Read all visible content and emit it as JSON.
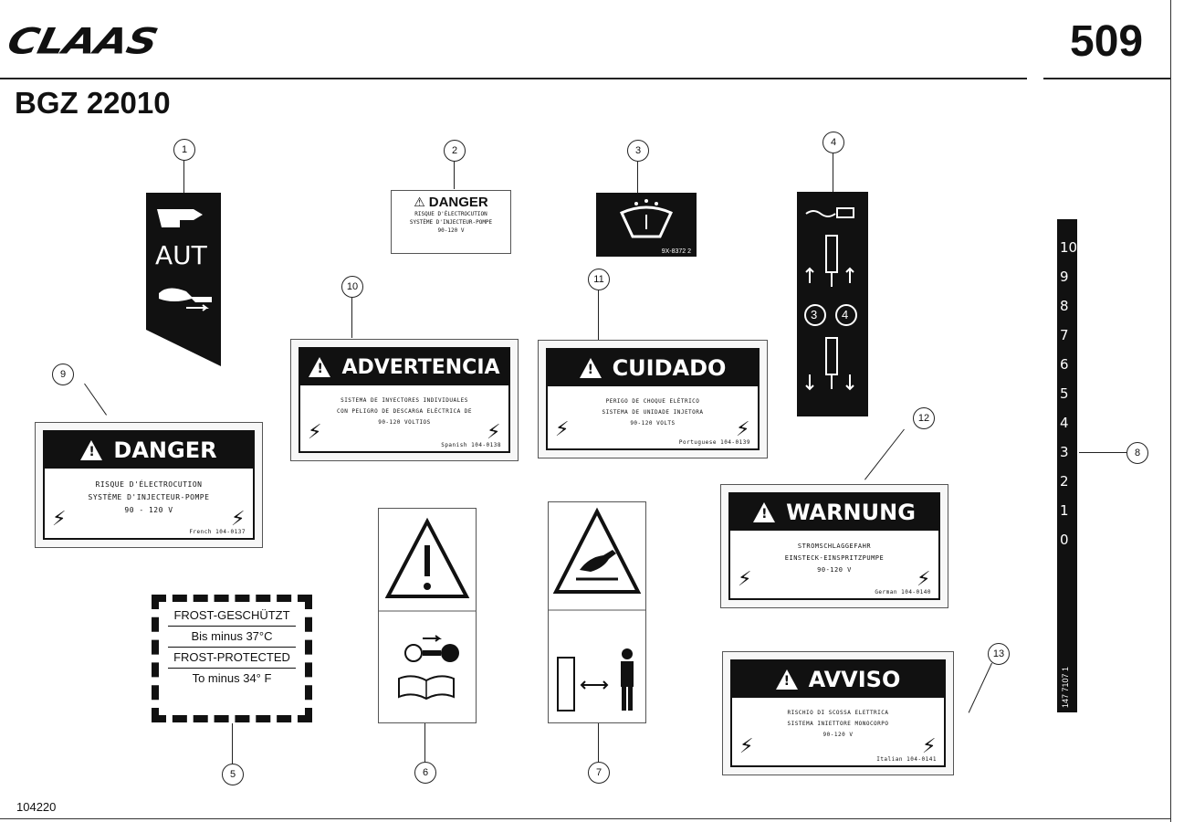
{
  "header": {
    "brand": "CLAAS",
    "page_number": "509",
    "doc_code": "BGZ 22010"
  },
  "footer": {
    "code": "104220"
  },
  "callouts": [
    "1",
    "2",
    "3",
    "4",
    "5",
    "6",
    "7",
    "8",
    "9",
    "10",
    "11",
    "12",
    "13"
  ],
  "label1": {
    "text": "AUT"
  },
  "label2": {
    "title": "DANGER",
    "line1": "RISQUE D'ÉLECTROCUTION",
    "line2": "SYSTÈME D'INJECTEUR-POMPE",
    "line3": "90-120 V"
  },
  "label3": {
    "code": "9X-8372 2"
  },
  "label4": {
    "n3": "3",
    "n4": "4"
  },
  "label5": {
    "line1": "FROST-GESCHÜTZT",
    "line2": "Bis minus 37°C",
    "line3": "FROST-PROTECTED",
    "line4": "To minus 34° F"
  },
  "label8": {
    "numbers": [
      "10",
      "9",
      "8",
      "7",
      "6",
      "5",
      "4",
      "3",
      "2",
      "1",
      "0"
    ],
    "code": "147 7107 1"
  },
  "label9": {
    "title": "DANGER",
    "line1": "RISQUE D'ÉLECTROCUTION",
    "line2": "SYSTÈME D'INJECTEUR-POMPE",
    "line3": "90 - 120 V",
    "code": "French 104-0137"
  },
  "label10": {
    "title": "ADVERTENCIA",
    "line1": "SISTEMA DE INYECTORES INDIVIDUALES",
    "line2": "CON PELIGRO DE DESCARGA ELÉCTRICA DE",
    "line3": "90-120 VOLTIOS",
    "code": "Spanish 104-0138"
  },
  "label11": {
    "title": "CUIDADO",
    "line1": "PERIGO DE CHOQUE ELÉTRICO",
    "line2": "SISTEMA DE UNIDADE INJETORA",
    "line3": "90-120 VOLTS",
    "code": "Portuguese 104-0139"
  },
  "label12": {
    "title": "WARNUNG",
    "line1": "STROMSCHLAGGEFAHR",
    "line2": "EINSTECK-EINSPRITZPUMPE",
    "line3": "90-120 V",
    "code": "German 104-0140"
  },
  "label13": {
    "title": "AVVISO",
    "line1": "RISCHIO DI SCOSSA ELETTRICA",
    "line2": "SISTEMA INIETTORE MONOCORPO",
    "line3": "90-120 V",
    "code": "Italian 104-0141"
  }
}
